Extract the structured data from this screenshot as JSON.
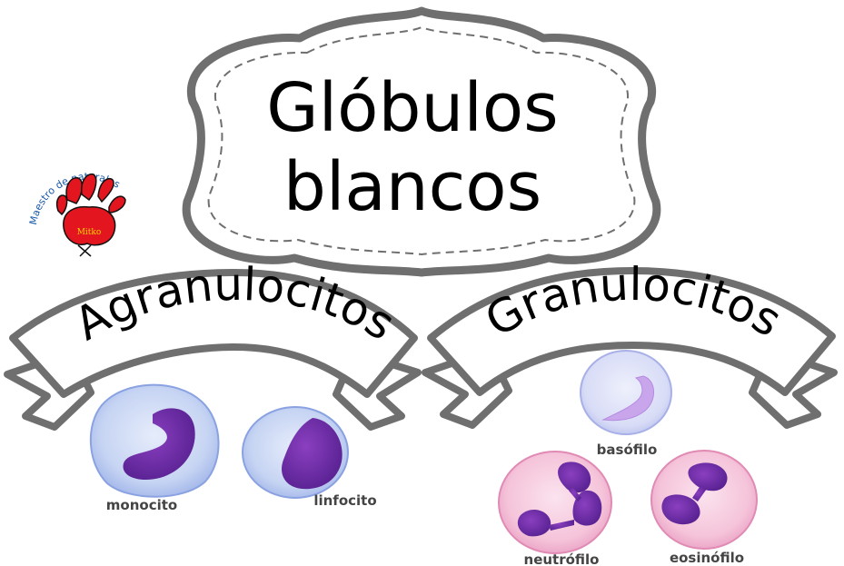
{
  "title": {
    "line1": "Glóbulos",
    "line2": "blancos"
  },
  "logo": {
    "arc_text": "Maestro de naturales",
    "inner_text": "Mitko"
  },
  "groups": [
    {
      "name": "Agranulocitos",
      "cells": [
        {
          "label": "monocito"
        },
        {
          "label": "linfocito"
        }
      ]
    },
    {
      "name": "Granulocitos",
      "cells": [
        {
          "label": "basófilo"
        },
        {
          "label": "neutrófilo"
        },
        {
          "label": "eosinófilo"
        }
      ]
    }
  ],
  "colors": {
    "outline": "#6f6f6f",
    "nucleus": "#6a2ca0",
    "agranulocyte_cytoplasm": "#c9d6f4",
    "granulocyte_cytoplasm": "#f4c8dc",
    "logo_red": "#e3161f"
  }
}
